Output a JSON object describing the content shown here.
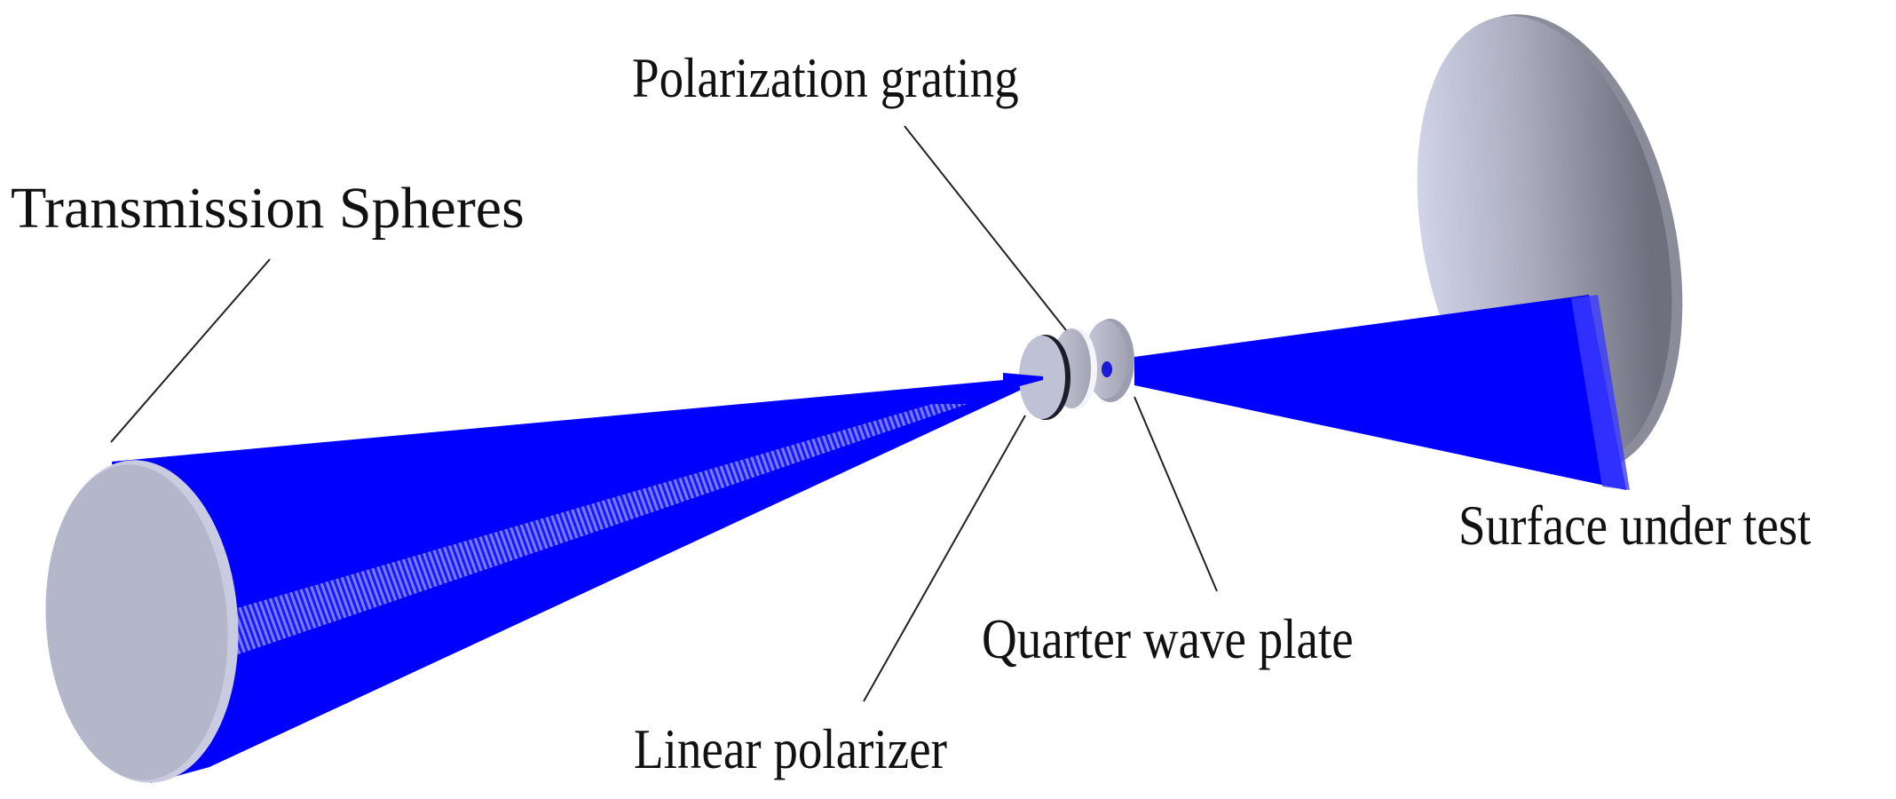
{
  "figure": {
    "description": "Optical layout: beam from transmission sphere passes through polarization optics to surface under test",
    "labels": {
      "transmission_spheres": "Transmission Spheres",
      "polarization_grating": "Polarization grating",
      "linear_polarizer": "Linear polarizer",
      "quarter_wave_plate": "Quarter wave plate",
      "surface_under_test": "Surface under test"
    },
    "colors": {
      "background": "#ffffff",
      "beam": "#0000ff",
      "optic_face": "#b4b6cc",
      "optic_face_light": "#d8daf0",
      "optic_shadow": "#7e8090",
      "leader_line": "#222222",
      "text": "#111111"
    }
  }
}
